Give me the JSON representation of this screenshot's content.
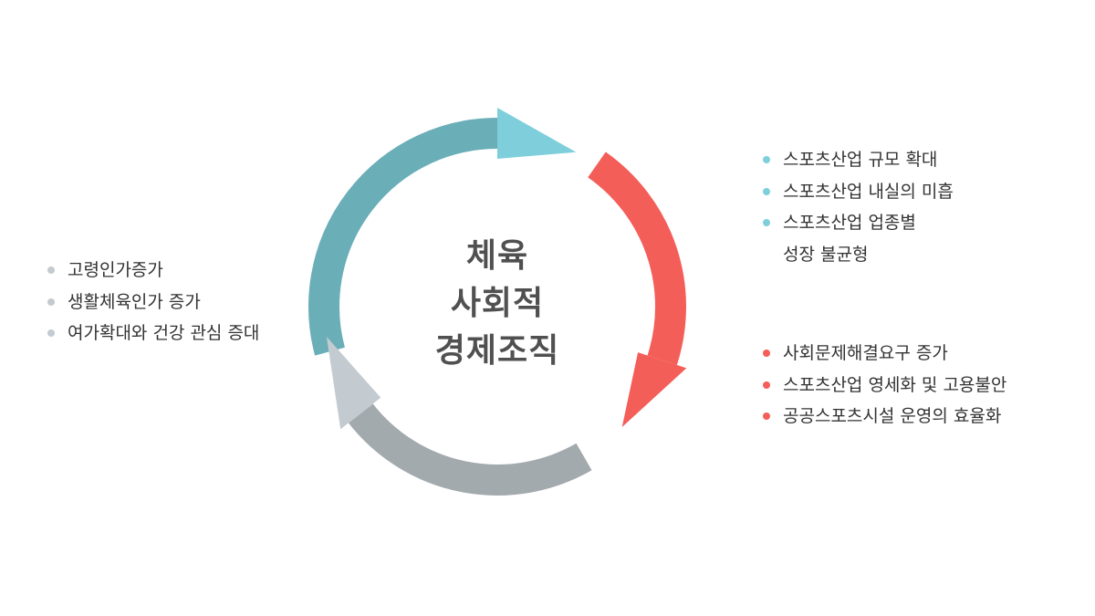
{
  "center": {
    "lines": [
      "체육",
      "사회적",
      "경제조직"
    ]
  },
  "colors": {
    "teal": "#6aaeb8",
    "teal_light": "#7ecfdb",
    "red": "#f45e58",
    "gray": "#a3aaad",
    "gray_light": "#c3cbd1",
    "bullet_left": "#c3cbd1",
    "bullet_teal": "#7ecfdb",
    "bullet_red": "#f45e58"
  },
  "left_list": [
    "고령인가증가",
    "생활체육인가 증가",
    "여가확대와 건강 관심 증대"
  ],
  "right_top_list": [
    {
      "text": "스포츠산업 규모 확대"
    },
    {
      "text": "스포츠산업 내실의 미흡"
    },
    {
      "text": "스포츠산업 업종별",
      "cont": "성장 불균형"
    }
  ],
  "right_bottom_list": [
    "사회문제해결요구 증가",
    "스포츠산업 영세화 및 고용불안",
    "공공스포츠시설 운영의 효율화"
  ]
}
